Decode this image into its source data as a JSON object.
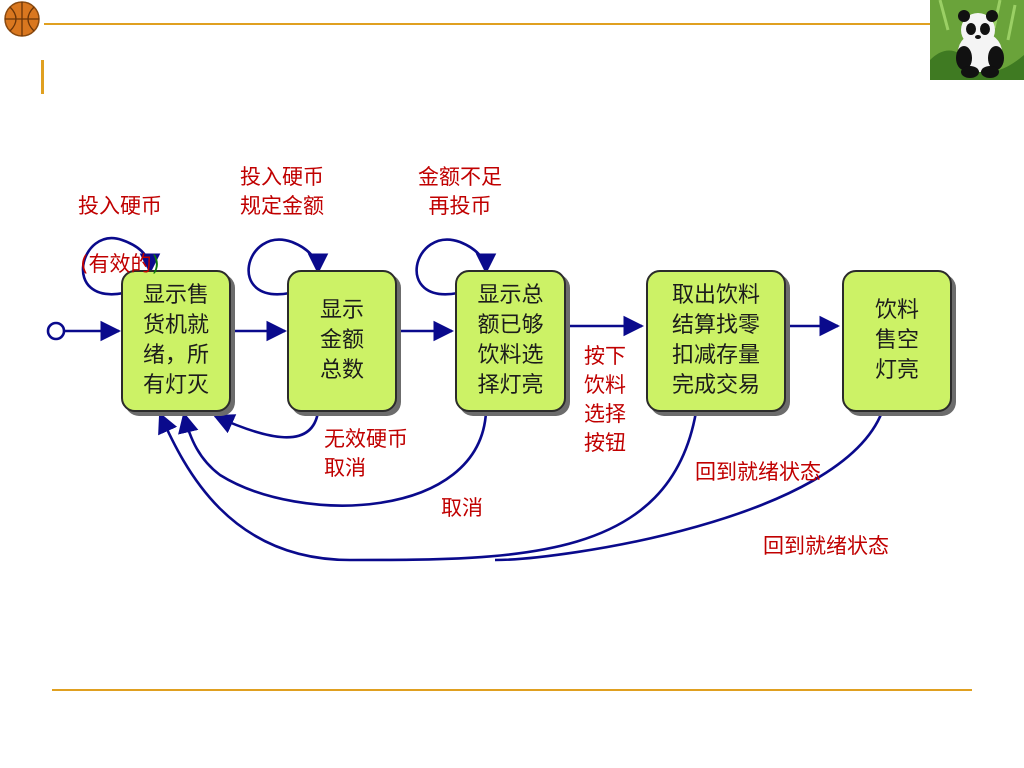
{
  "states": [
    {
      "id": "s1",
      "text": "显示售\n货机就\n绪，所\n有灯灭"
    },
    {
      "id": "s2",
      "text": "显示\n金额\n总数"
    },
    {
      "id": "s3",
      "text": "显示总\n额已够\n饮料选\n择灯亮"
    },
    {
      "id": "s4",
      "text": "取出饮料\n结算找零\n扣减存量\n完成交易"
    },
    {
      "id": "s5",
      "text": "饮料\n售空\n灯亮"
    }
  ],
  "labels": {
    "coin_valid_a": "投入硬币",
    "coin_valid_b": "(有效的",
    "coin_valid_c": ")",
    "coin_amount": "投入硬币\n规定金额",
    "insufficient": "金额不足\n再投币",
    "press_button": "按下\n饮料\n选择\n按钮",
    "invalid_cancel": "无效硬币\n取消",
    "cancel": "取消",
    "back_ready_1": "回到就绪状态",
    "back_ready_2": "回到就绪状态"
  },
  "colors": {
    "state_fill": "#ccf266",
    "arrow": "#0a0a8c",
    "label": "#c00000",
    "rule": "#e0a020"
  }
}
